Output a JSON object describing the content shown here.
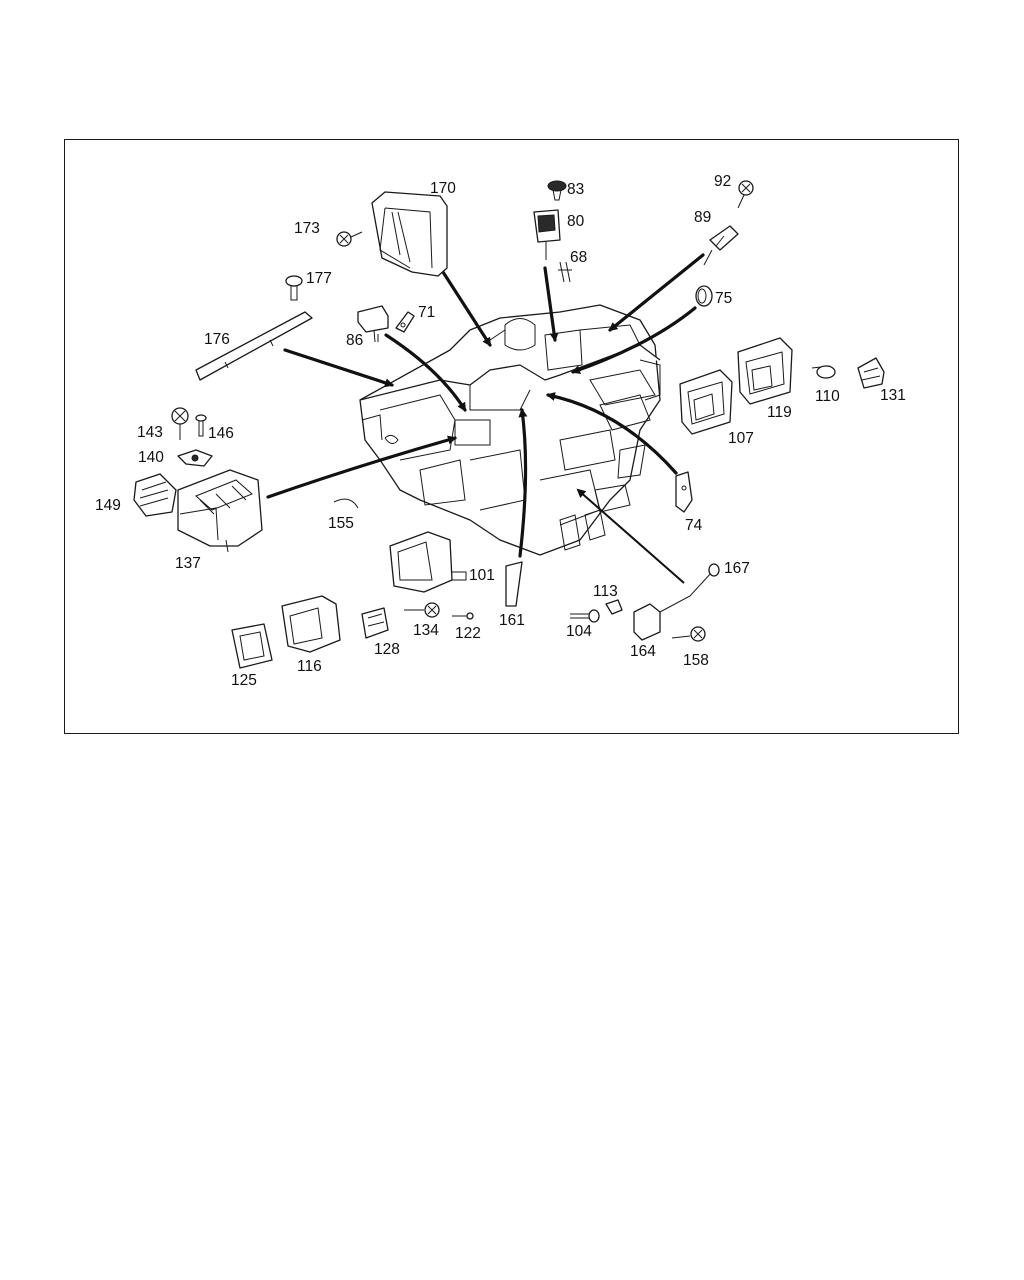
{
  "diagram": {
    "part_numbers": [
      "170",
      "173",
      "177",
      "176",
      "86",
      "71",
      "83",
      "80",
      "68",
      "92",
      "89",
      "75",
      "119",
      "110",
      "131",
      "107",
      "74",
      "143",
      "146",
      "140",
      "149",
      "137",
      "155",
      "101",
      "161",
      "113",
      "104",
      "164",
      "167",
      "158",
      "125",
      "116",
      "128",
      "134",
      "122"
    ]
  },
  "colors": {
    "line": "#1a1a1a",
    "background": "#ffffff"
  }
}
